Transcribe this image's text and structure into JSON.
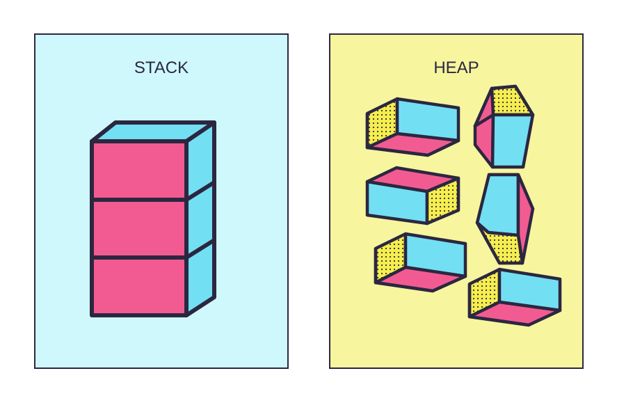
{
  "panels": {
    "stack": {
      "title": "STACK",
      "background": "#cff8fd",
      "block_count": 3
    },
    "heap": {
      "title": "HEAP",
      "background": "#f7f59e",
      "block_count": 6
    }
  },
  "colors": {
    "outline": "#2b2740",
    "pink": "#f25b92",
    "cyan": "#73dff3",
    "yellow": "#f5ee4e",
    "dots": "#2b2740"
  }
}
